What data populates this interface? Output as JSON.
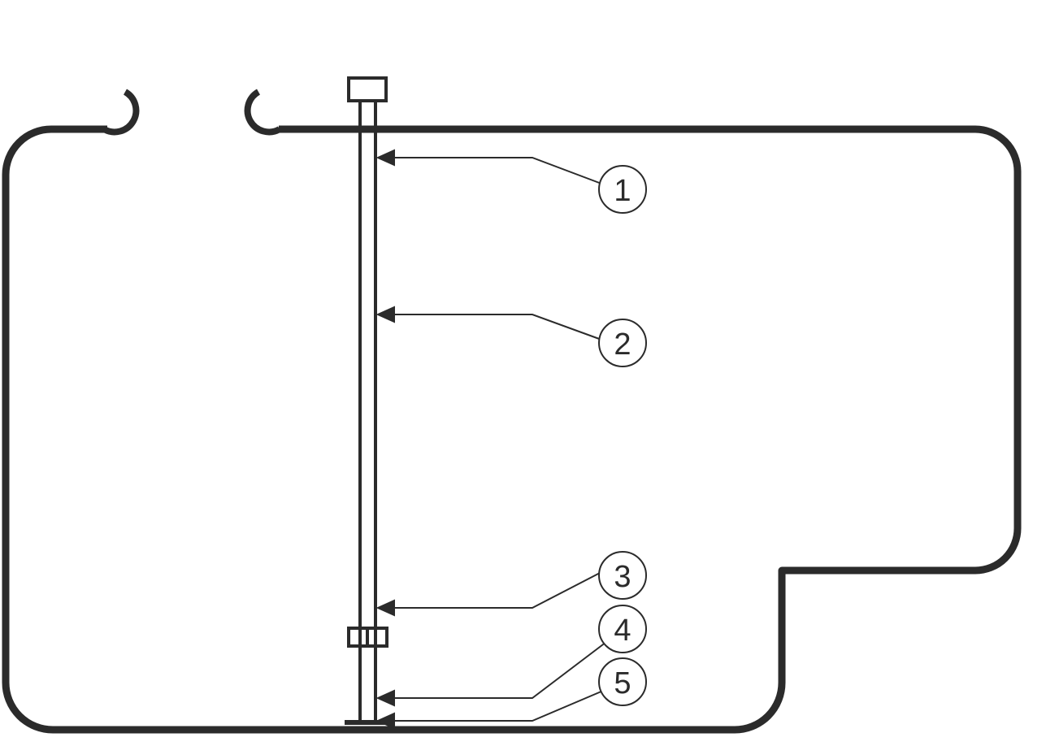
{
  "diagram": {
    "colors": {
      "stroke": "#2b2b2b",
      "background": "#ffffff"
    },
    "callouts": [
      {
        "id": "1",
        "label": "1"
      },
      {
        "id": "2",
        "label": "2"
      },
      {
        "id": "3",
        "label": "3"
      },
      {
        "id": "4",
        "label": "4"
      },
      {
        "id": "5",
        "label": "5"
      }
    ]
  }
}
